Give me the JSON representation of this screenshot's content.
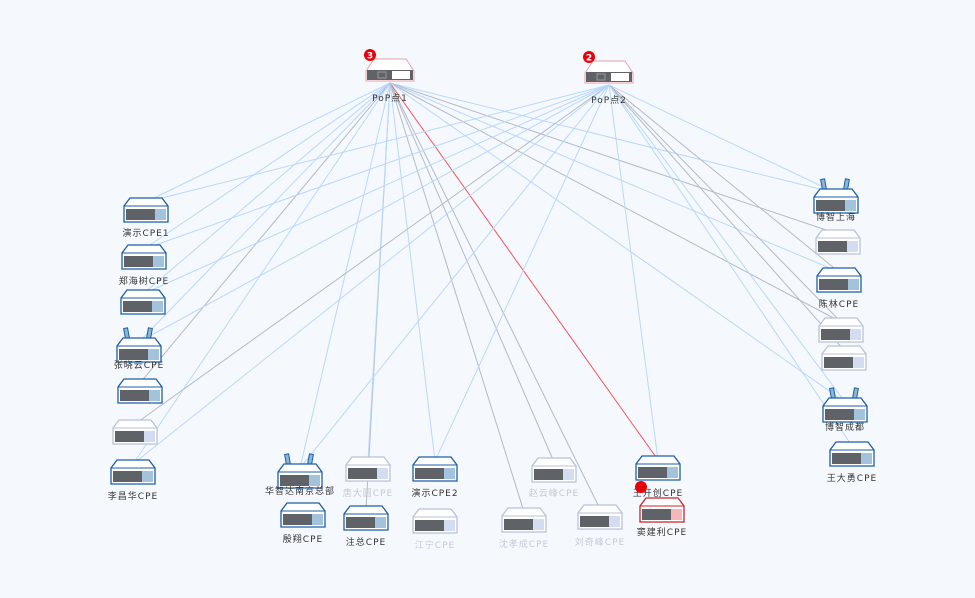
{
  "colors": {
    "link_normal": "#b9d7fb",
    "link_gray": "#b4bac4",
    "link_alarm": "#f2545b",
    "device_active": "#1c5ea8",
    "device_faded": "#b9c2d8",
    "alarm": "#e8000b"
  },
  "pops": [
    {
      "id": "pop1",
      "label": "PoP点1",
      "badge": "3"
    },
    {
      "id": "pop2",
      "label": "PoP点2",
      "badge": "2"
    }
  ],
  "nodes": [
    {
      "id": "n1",
      "label": "演示CPE1",
      "state": "active",
      "type": "box"
    },
    {
      "id": "n2",
      "label": "郑海树CPE",
      "state": "active",
      "type": "box"
    },
    {
      "id": "n3",
      "label": "",
      "state": "active",
      "type": "box"
    },
    {
      "id": "n4",
      "label": "张晓云CPE",
      "state": "active",
      "type": "wifi"
    },
    {
      "id": "n5",
      "label": "",
      "state": "active",
      "type": "box"
    },
    {
      "id": "n6",
      "label": "",
      "state": "faded",
      "type": "box"
    },
    {
      "id": "n7",
      "label": "李昌华CPE",
      "state": "active",
      "type": "box"
    },
    {
      "id": "n8",
      "label": "华智达南京总部",
      "state": "active",
      "type": "wifi"
    },
    {
      "id": "n9",
      "label": "殷翔CPE",
      "state": "active",
      "type": "box"
    },
    {
      "id": "n10",
      "label": "唐大圆CPE",
      "state": "faded",
      "type": "box"
    },
    {
      "id": "n11",
      "label": "注总CPE",
      "state": "active",
      "type": "box"
    },
    {
      "id": "n12",
      "label": "演示CPE2",
      "state": "active",
      "type": "box"
    },
    {
      "id": "n13",
      "label": "江宁CPE",
      "state": "faded",
      "type": "box"
    },
    {
      "id": "n14",
      "label": "赵云峰CPE",
      "state": "faded",
      "type": "box"
    },
    {
      "id": "n15",
      "label": "沈孝成CPE",
      "state": "faded",
      "type": "box"
    },
    {
      "id": "n16",
      "label": "刘奇峰CPE",
      "state": "faded",
      "type": "box"
    },
    {
      "id": "n17",
      "label": "王开创CPE",
      "state": "active",
      "type": "box",
      "alarm": true
    },
    {
      "id": "n18",
      "label": "窦建利CPE",
      "state": "alarm",
      "type": "box"
    },
    {
      "id": "n19",
      "label": "博智上海",
      "state": "active",
      "type": "wifi"
    },
    {
      "id": "n20",
      "label": "",
      "state": "faded",
      "type": "box"
    },
    {
      "id": "n21",
      "label": "陈林CPE",
      "state": "active",
      "type": "box"
    },
    {
      "id": "n22",
      "label": "",
      "state": "faded",
      "type": "box"
    },
    {
      "id": "n23",
      "label": "",
      "state": "faded",
      "type": "box"
    },
    {
      "id": "n24",
      "label": "博智成都",
      "state": "active",
      "type": "wifi"
    },
    {
      "id": "n25",
      "label": "王大勇CPE",
      "state": "active",
      "type": "box"
    }
  ],
  "links": [
    [
      "pop1",
      "n1",
      "normal"
    ],
    [
      "pop1",
      "n2",
      "normal"
    ],
    [
      "pop1",
      "n3",
      "normal"
    ],
    [
      "pop1",
      "n4",
      "normal"
    ],
    [
      "pop1",
      "n5",
      "gray"
    ],
    [
      "pop1",
      "n7",
      "normal"
    ],
    [
      "pop1",
      "n8",
      "normal"
    ],
    [
      "pop1",
      "n11",
      "gray"
    ],
    [
      "pop1",
      "n12",
      "normal"
    ],
    [
      "pop1",
      "n10",
      "normal"
    ],
    [
      "pop1",
      "n14",
      "gray"
    ],
    [
      "pop1",
      "n15",
      "gray"
    ],
    [
      "pop1",
      "n17",
      "alarm"
    ],
    [
      "pop1",
      "n19",
      "normal"
    ],
    [
      "pop1",
      "n20",
      "gray"
    ],
    [
      "pop1",
      "n21",
      "normal"
    ],
    [
      "pop1",
      "n22",
      "gray"
    ],
    [
      "pop1",
      "n24",
      "normal"
    ],
    [
      "pop1",
      "n16",
      "gray"
    ],
    [
      "pop2",
      "n1",
      "normal"
    ],
    [
      "pop2",
      "n2",
      "normal"
    ],
    [
      "pop2",
      "n3",
      "normal"
    ],
    [
      "pop2",
      "n4",
      "normal"
    ],
    [
      "pop2",
      "n6",
      "gray"
    ],
    [
      "pop2",
      "n7",
      "normal"
    ],
    [
      "pop2",
      "n8",
      "normal"
    ],
    [
      "pop2",
      "n12",
      "normal"
    ],
    [
      "pop2",
      "n17",
      "normal"
    ],
    [
      "pop2",
      "n19",
      "normal"
    ],
    [
      "pop2",
      "n21",
      "gray"
    ],
    [
      "pop2",
      "n22",
      "gray"
    ],
    [
      "pop2",
      "n23",
      "gray"
    ],
    [
      "pop2",
      "n24",
      "normal"
    ],
    [
      "pop2",
      "n25",
      "normal"
    ]
  ]
}
